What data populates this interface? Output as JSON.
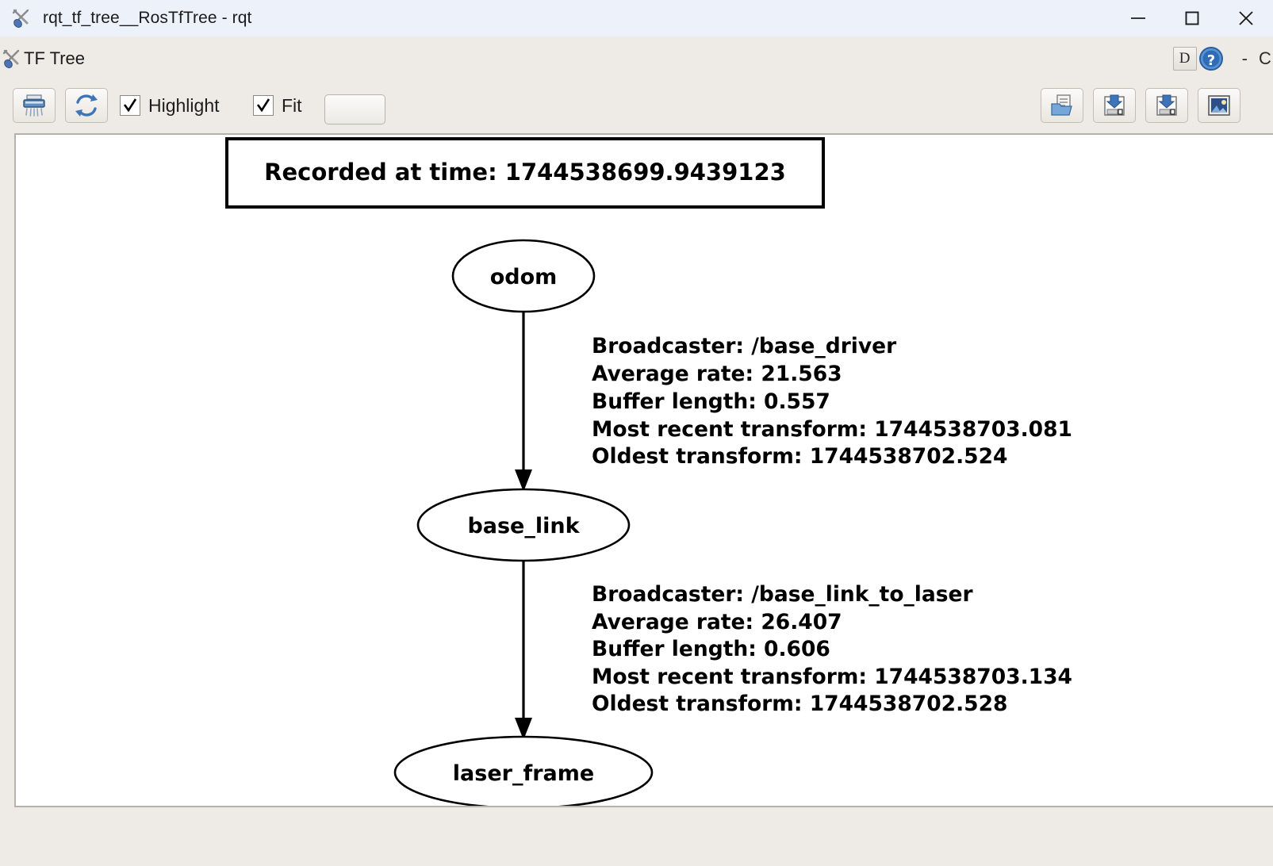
{
  "window": {
    "title": "rqt_tf_tree__RosTfTree - rqt",
    "icon": "wrench-screwdriver-icon",
    "controls": {
      "minimize": "minimize-icon",
      "maximize": "maximize-icon",
      "close": "close-icon"
    }
  },
  "plugin_header": {
    "icon": "wrench-screwdriver-icon",
    "title": "TF Tree",
    "dock_button_label": "D",
    "help_icon": "help-question-icon",
    "separator": "-",
    "clipped_label": "C"
  },
  "toolbar": {
    "buttons": [
      {
        "name": "shredder-button",
        "icon": "shredder-icon"
      },
      {
        "name": "refresh-button",
        "icon": "refresh-arrows-icon"
      }
    ],
    "checkboxes": [
      {
        "name": "highlight-checkbox",
        "label": "Highlight",
        "checked": true
      },
      {
        "name": "fit-checkbox",
        "label": "Fit",
        "checked": true
      }
    ],
    "combo_value": "",
    "right_buttons": [
      {
        "name": "load-dot-button",
        "icon": "open-file-icon"
      },
      {
        "name": "save-dot-button",
        "icon": "save-dot-icon"
      },
      {
        "name": "save-svg-button",
        "icon": "save-svg-icon"
      },
      {
        "name": "save-image-button",
        "icon": "save-image-icon"
      }
    ]
  },
  "graph": {
    "recorded_box": {
      "text": "Recorded at time: 1744538699.9439123"
    },
    "nodes": [
      {
        "id": "odom",
        "label": "odom"
      },
      {
        "id": "base_link",
        "label": "base_link"
      },
      {
        "id": "laser_frame",
        "label": "laser_frame"
      }
    ],
    "edges": [
      {
        "from": "odom",
        "to": "base_link",
        "lines": [
          "Broadcaster: /base_driver",
          "Average rate: 21.563",
          "Buffer length: 0.557",
          "Most recent transform: 1744538703.081",
          "Oldest transform: 1744538702.524"
        ]
      },
      {
        "from": "base_link",
        "to": "laser_frame",
        "lines": [
          "Broadcaster: /base_link_to_laser",
          "Average rate: 26.407",
          "Buffer length: 0.606",
          "Most recent transform: 1744538703.134",
          "Oldest transform: 1744538702.528"
        ]
      }
    ]
  },
  "colors": {
    "titlebar_bg": "#edf1fa",
    "chrome_bg": "#eeebe7",
    "canvas_bg": "#ffffff",
    "graph_stroke": "#000000",
    "canvas_border": "#b6b1ab"
  }
}
